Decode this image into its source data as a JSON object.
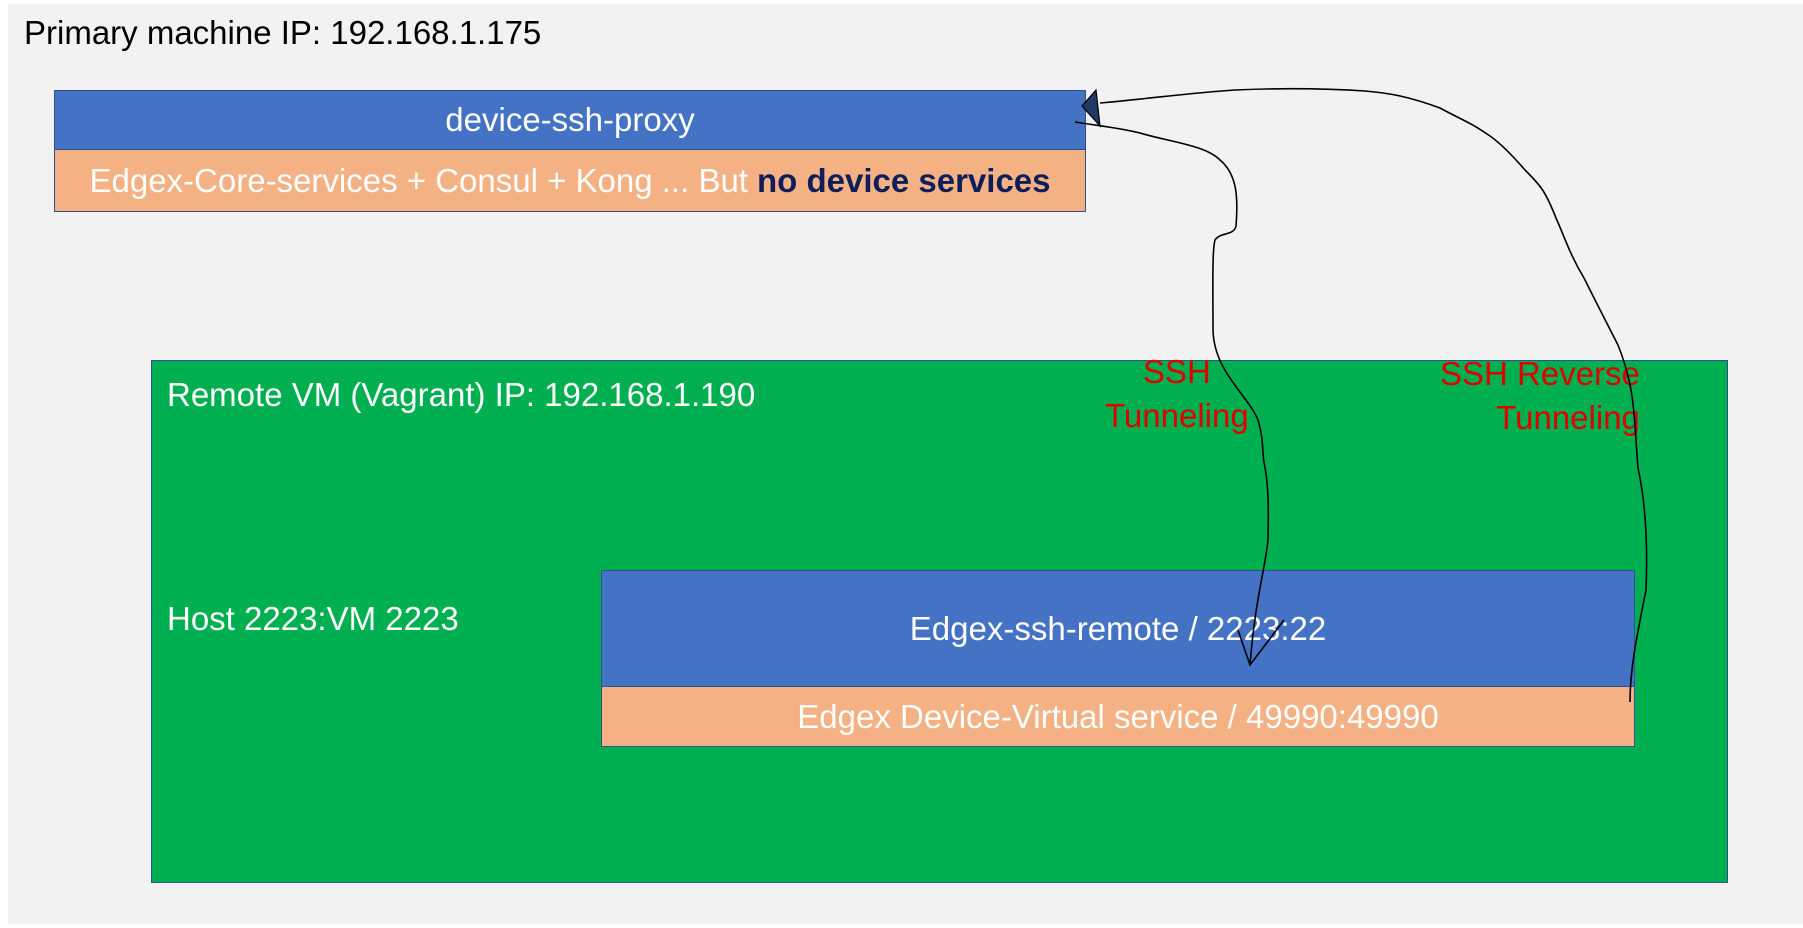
{
  "primary": {
    "title": "Primary machine IP: 192.168.1.175",
    "proxy_label": "device-ssh-proxy",
    "core_label": "Edgex-Core-services + Consul + Kong ... But",
    "core_emphasis": "no device services"
  },
  "remote_vm": {
    "title": "Remote VM (Vagrant) IP: 192.168.1.190",
    "host_port_label": "Host 2223:VM 2223",
    "ssh_remote_label": "Edgex-ssh-remote / 2223:22",
    "device_virtual_label": "Edgex Device-Virtual service / 49990:49990"
  },
  "tunnels": {
    "ssh_tunneling_line1": "SSH",
    "ssh_tunneling_line2": "Tunneling",
    "ssh_reverse_line1": "SSH Reverse",
    "ssh_reverse_line2": "Tunneling"
  },
  "colors": {
    "blue_box": "#4472c4",
    "orange_box": "#f4b183",
    "green_vm": "#00b050",
    "tunnel_text": "#e00000"
  }
}
